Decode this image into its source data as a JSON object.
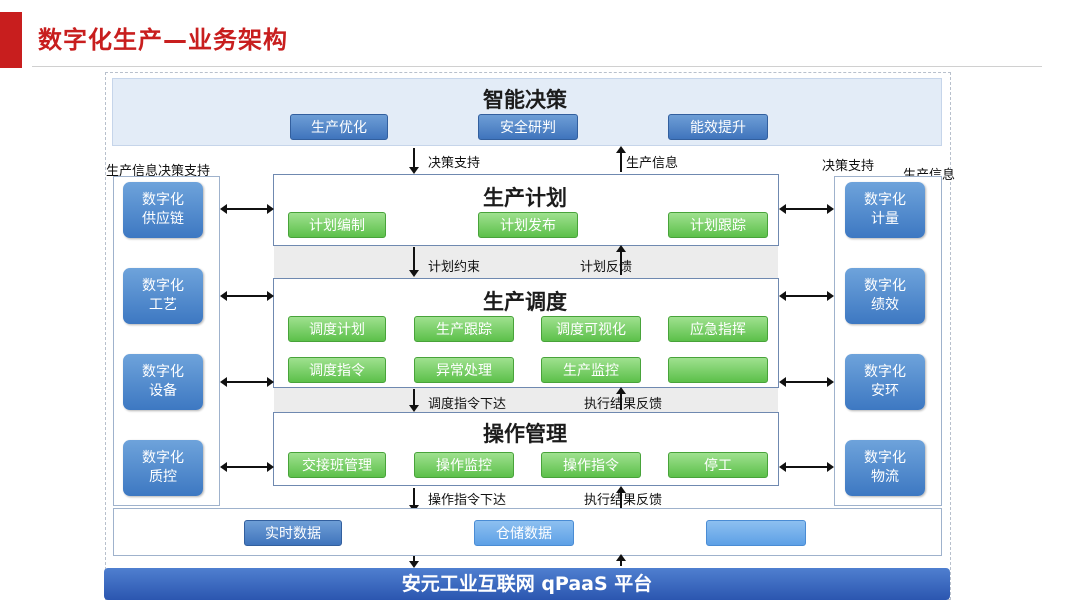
{
  "page": {
    "title": "数字化生产—业务架构"
  },
  "decision": {
    "title": "智能决策",
    "items": [
      "生产优化",
      "安全研判",
      "能效提升"
    ]
  },
  "left_column": {
    "label": "生产信息决策支持",
    "boxes": [
      {
        "line1": "数字化",
        "line2": "供应链"
      },
      {
        "line1": "数字化",
        "line2": "工艺"
      },
      {
        "line1": "数字化",
        "line2": "设备"
      },
      {
        "line1": "数字化",
        "line2": "质控"
      }
    ]
  },
  "right_column": {
    "label_decision": "决策支持",
    "label_info": "生产信息",
    "boxes": [
      {
        "line1": "数字化",
        "line2": "计量"
      },
      {
        "line1": "数字化",
        "line2": "绩效"
      },
      {
        "line1": "数字化",
        "line2": "安环"
      },
      {
        "line1": "数字化",
        "line2": "物流"
      }
    ]
  },
  "plan": {
    "title": "生产计划",
    "items": [
      "计划编制",
      "计划发布",
      "计划跟踪"
    ]
  },
  "dispatch": {
    "title": "生产调度",
    "row1": [
      "调度计划",
      "生产跟踪",
      "调度可视化",
      "应急指挥"
    ],
    "row2": [
      "调度指令",
      "异常处理",
      "生产监控",
      ""
    ]
  },
  "ops": {
    "title": "操作管理",
    "items": [
      "交接班管理",
      "操作监控",
      "操作指令",
      "停工"
    ]
  },
  "data_layer": {
    "items": [
      "实时数据",
      "仓储数据",
      ""
    ]
  },
  "flows": {
    "decision_support": "决策支持",
    "production_info": "生产信息",
    "plan_constraint": "计划约束",
    "plan_feedback": "计划反馈",
    "dispatch_down": "调度指令下达",
    "exec_feedback_1": "执行结果反馈",
    "ops_down": "操作指令下达",
    "exec_feedback_2": "执行结果反馈"
  },
  "platform": {
    "label": "安元工业互联网 qPaaS  平台"
  }
}
